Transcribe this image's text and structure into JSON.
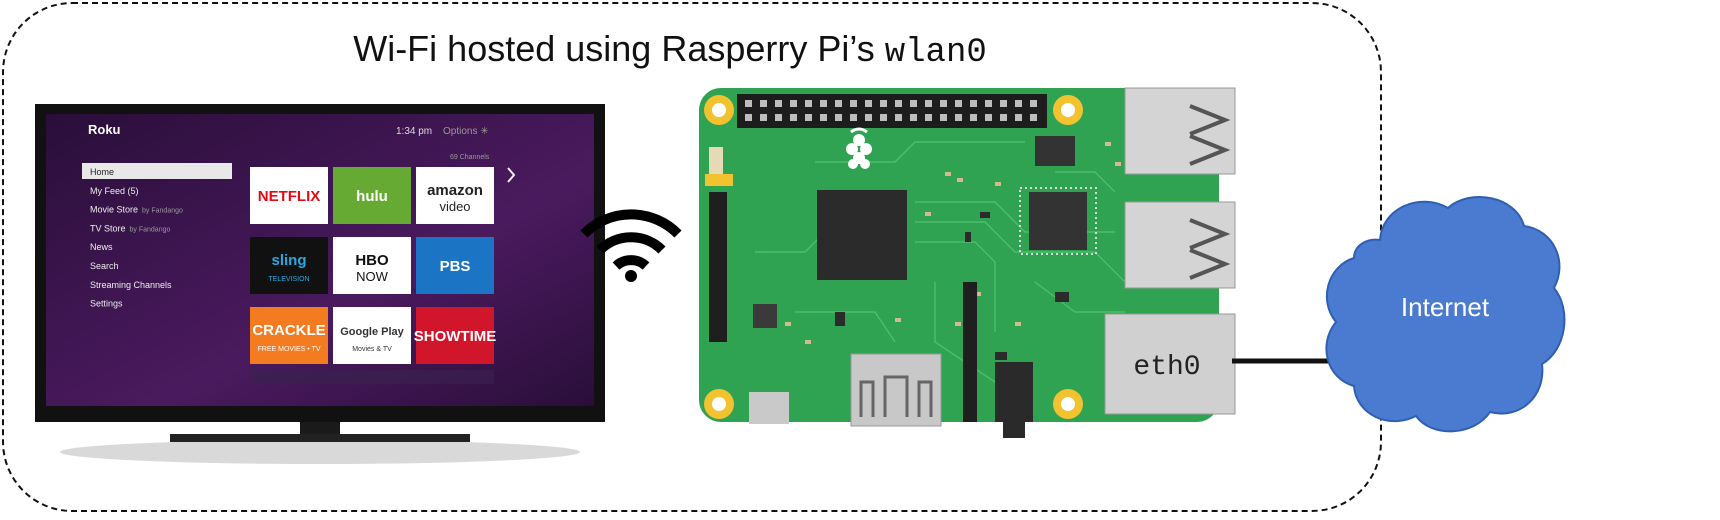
{
  "diagram": {
    "title_prefix": "Wi-Fi hosted using Rasperry Pi’s ",
    "title_iface": "wlan0",
    "eth_label": "eth0",
    "cloud_label": "Internet"
  },
  "tv": {
    "brand": "Roku",
    "time": "1:34 pm",
    "options": "Options ✳",
    "channels_count": "69 Channels",
    "menu": [
      {
        "label": "Home",
        "sub": ""
      },
      {
        "label": "My Feed (5)",
        "sub": ""
      },
      {
        "label": "Movie Store",
        "sub": "by Fandango"
      },
      {
        "label": "TV Store",
        "sub": "by Fandango"
      },
      {
        "label": "News",
        "sub": ""
      },
      {
        "label": "Search",
        "sub": ""
      },
      {
        "label": "Streaming Channels",
        "sub": ""
      },
      {
        "label": "Settings",
        "sub": ""
      }
    ],
    "tiles": [
      {
        "name": "tile-netflix",
        "main": "NETFLIX",
        "sub": "",
        "bg": "#ffffff",
        "fg": "#e50914"
      },
      {
        "name": "tile-hulu",
        "main": "hulu",
        "sub": "",
        "bg": "#66aa33",
        "fg": "#ffffff"
      },
      {
        "name": "tile-amazon",
        "main": "amazon",
        "sub": "video",
        "bg": "#ffffff",
        "fg": "#222222"
      },
      {
        "name": "tile-sling",
        "main": "sling",
        "sub": "TELEVISION",
        "bg": "#111111",
        "fg": "#27a9e1"
      },
      {
        "name": "tile-hbo",
        "main": "HBO",
        "sub": "NOW",
        "bg": "#ffffff",
        "fg": "#111111"
      },
      {
        "name": "tile-pbs",
        "main": "PBS",
        "sub": "",
        "bg": "#1c74c4",
        "fg": "#ffffff"
      },
      {
        "name": "tile-crackle",
        "main": "CRACKLE",
        "sub": "FREE MOVIES • TV",
        "bg": "#f47b20",
        "fg": "#ffffff"
      },
      {
        "name": "tile-google-play",
        "main": "Google Play",
        "sub": "Movies & TV",
        "bg": "#ffffff",
        "fg": "#333333"
      },
      {
        "name": "tile-showtime",
        "main": "SHOWTIME",
        "sub": "",
        "bg": "#d1152a",
        "fg": "#ffffff"
      }
    ]
  },
  "colors": {
    "cloud": "#4a7bd0",
    "pcb": "#2fa352",
    "line": "#111111"
  }
}
